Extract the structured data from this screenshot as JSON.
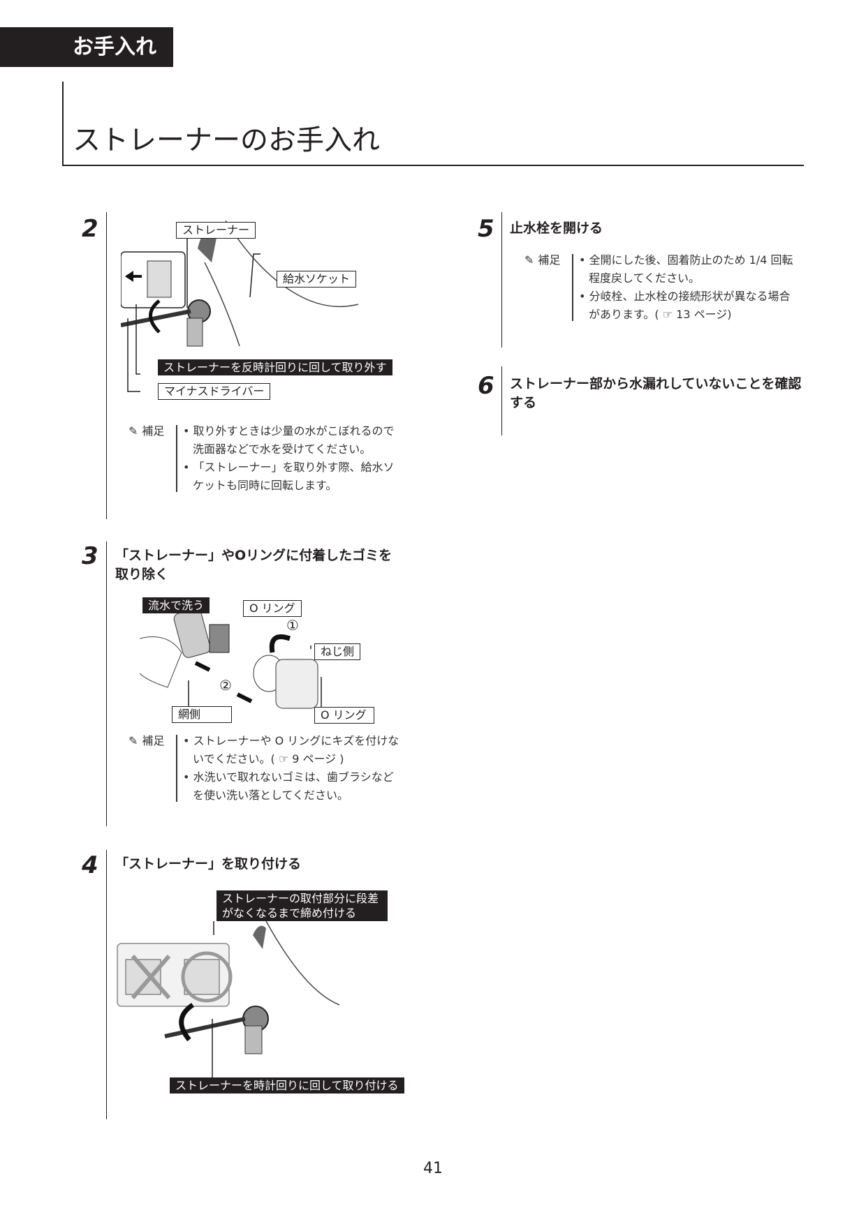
{
  "section_tab": "お手入れ",
  "page_title": "ストレーナーのお手入れ",
  "note_label": "補足",
  "steps": {
    "s2": {
      "number": "2",
      "labels": {
        "strainer": "ストレーナー",
        "socket": "給水ソケット",
        "action": "ストレーナーを反時計回りに回して取り外す",
        "driver": "マイナスドライバー"
      },
      "notes": [
        "取り外すときは少量の水がこぼれるので洗面器などで水を受けてください。",
        "「ストレーナー」を取り外す際、給水ソケットも同時に回転します。"
      ]
    },
    "s3": {
      "number": "3",
      "heading": "「ストレーナー」やOリングに付着したゴミを取り除く",
      "labels": {
        "wash": "流水で洗う",
        "oring1": "O リング",
        "one": "①",
        "screw": "ねじ側",
        "two": "②",
        "mesh": "網側",
        "oring2": "O リング"
      },
      "notes": [
        "ストレーナーや O リングにキズを付けないでください。( ☞ 9 ページ )",
        "水洗いで取れないゴミは、歯ブラシなどを使い洗い落としてください。"
      ]
    },
    "s4": {
      "number": "4",
      "heading": "「ストレーナー」を取り付ける",
      "labels": {
        "tighten": "ストレーナーの取付部分に段差\nがなくなるまで締め付ける",
        "action": "ストレーナーを時計回りに回して取り付ける"
      }
    },
    "s5": {
      "number": "5",
      "heading": "止水栓を開ける",
      "notes": [
        "全開にした後、固着防止のため 1/4 回転程度戻してください。",
        "分岐栓、止水栓の接続形状が異なる場合があります。( ☞ 13 ページ)"
      ]
    },
    "s6": {
      "number": "6",
      "heading": "ストレーナー部から水漏れしていないことを確認する"
    }
  },
  "page_number": "41"
}
